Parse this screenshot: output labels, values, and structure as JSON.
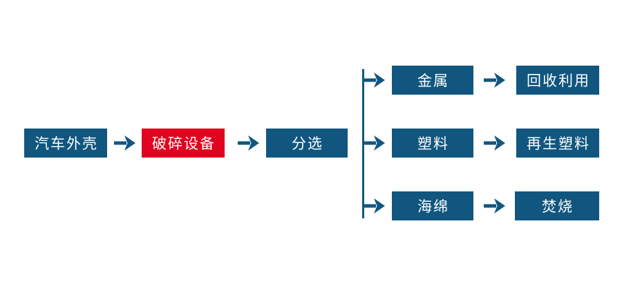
{
  "colors": {
    "node_blue": "#11567F",
    "node_red": "#E0021F",
    "arrow_blue": "#11567F",
    "text_white": "#FFFFFF",
    "background": "#FFFFFF"
  },
  "flow": {
    "main": [
      {
        "label": "汽车外壳"
      },
      {
        "label": "破碎设备"
      },
      {
        "label": "分选"
      }
    ],
    "branches": [
      {
        "source": "金属",
        "result": "回收利用"
      },
      {
        "source": "塑料",
        "result": "再生塑料"
      },
      {
        "source": "海绵",
        "result": "焚烧"
      }
    ]
  }
}
